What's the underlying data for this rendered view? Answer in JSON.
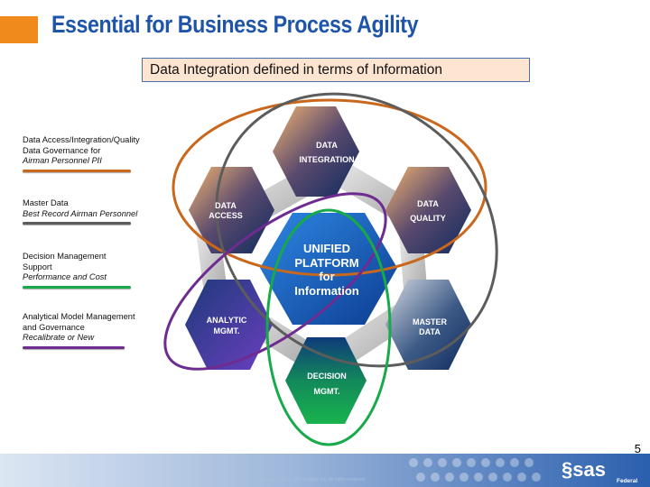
{
  "header": {
    "title": "Essential for Business Process Agility",
    "subtitle": "Data Integration defined in terms of Information",
    "title_color": "#1f55a8",
    "accent": "#f08a1c",
    "subtitle_bg": "#fde5d2"
  },
  "legend": [
    {
      "line1": "Data Access/Integration/Quality",
      "line2": "Data Governance for",
      "italic": "Airman Personnel PII",
      "color": "#c9671c"
    },
    {
      "line1": "Master Data",
      "line2": "",
      "italic": "Best Record  Airman  Personnel",
      "color": "#5c5c5c"
    },
    {
      "line1": "Decision Management",
      "line2": "Support",
      "italic": "Performance and Cost",
      "color": "#18a94a"
    },
    {
      "line1": "Analytical Model Management",
      "line2": "and Governance",
      "italic": "Recalibrate or New",
      "color": "#6e2c91"
    }
  ],
  "hexagons": {
    "center": {
      "line1": "UNIFIED",
      "line2": "PLATFORM",
      "line3": "for",
      "line4": "Information",
      "color": "#1e73cf"
    },
    "top": {
      "line1": "DATA",
      "line2": "INTEGRATION",
      "color": "#e9a35a"
    },
    "upper_left": {
      "line1": "DATA",
      "line2": "ACCESS",
      "color": "#e9a35a"
    },
    "upper_right": {
      "line1": "DATA",
      "line2": "QUALITY",
      "color": "#e9a35a"
    },
    "lower_left": {
      "line1": "ANALYTIC",
      "line2": "MGMT.",
      "color": "#5b48b0"
    },
    "lower_right": {
      "line1": "MASTER",
      "line2": "DATA",
      "color": "#c2c8d2"
    },
    "bottom": {
      "line1": "DECISION",
      "line2": "MGMT.",
      "color": "#18a94a"
    }
  },
  "footer": {
    "page_number": "5",
    "copyright": "Copyright © 2011, SAS Institute Inc. All rights reserved.",
    "logo_text": "sas",
    "logo_sub": "Federal",
    "bar_color": "#2a5fae"
  }
}
